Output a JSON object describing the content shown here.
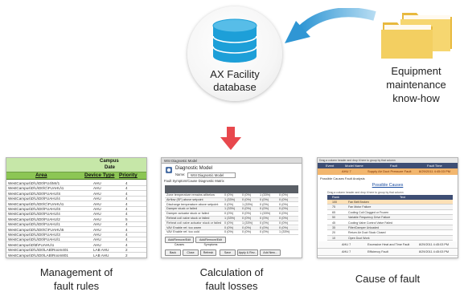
{
  "database": {
    "label_line1": "AX Facility",
    "label_line2": "database"
  },
  "knowhow": {
    "line1": "Equipment",
    "line2": "maintenance",
    "line3": "know-how"
  },
  "captions": {
    "rules_line1": "Management of",
    "rules_line2": "fault rules",
    "loss_line1": "Calculation of",
    "loss_line2": "fault losses",
    "cause": "Cause of fault"
  },
  "colors": {
    "db_blue": "#1d9fd8",
    "curve_arrow": "#4aa7dc",
    "down_arrow": "#e8484d",
    "folder": "#f3cf61",
    "sheet_header": "#8cc654"
  },
  "icons": {
    "database": "database-icon",
    "folder": "folder-icon",
    "curve_arrow": "curved-arrow-icon",
    "down_arrow": "down-arrow-icon"
  },
  "rules_sheet": {
    "top1": "Campus",
    "top2": "Date",
    "headers": [
      "Area",
      "Device Type",
      "Priority"
    ],
    "rows": [
      [
        "WestCampus\\D\\U\\D0\\FU4\\Mr/1",
        "AHU",
        "4"
      ],
      [
        "WestCampus\\D\\U\\D0\\C\\FUAHU\\1",
        "AHU",
        "4"
      ],
      [
        "WestCampus\\D\\U\\D0\\FUAHU\\S",
        "AHU",
        "4"
      ],
      [
        "WestCampus\\D\\U\\D0\\FUAHU\\4",
        "AHU",
        "4"
      ],
      [
        "WestCampus\\D\\U\\D0\\C\\FUAHU\\1",
        "AHU",
        "4"
      ],
      [
        "WestCampus\\D\\U\\D0\\FUAHU\\S",
        "AHU",
        "4"
      ],
      [
        "WestCampus\\D\\U\\D0\\FUAHU\\4",
        "AHU",
        "4"
      ],
      [
        "WestCampus\\D\\U\\D0\\FUAHU\\2",
        "AHU",
        "5"
      ],
      [
        "WestCampus\\D\\U\\D0\\FUAHU\\1",
        "AHU",
        "4"
      ],
      [
        "WestCampus\\D\\U\\D0\\C\\FUAHU\\5",
        "AHU",
        "4"
      ],
      [
        "WestCampus\\D\\U\\D0\\FUAHU\\3",
        "AHU",
        "4"
      ],
      [
        "WestCampus\\D\\U\\D0\\FUAHU\\1",
        "AHU",
        "4"
      ],
      [
        "WestCampus\\D\\B\\FUAHU\\1",
        "AHU",
        "4"
      ],
      [
        "WestCampus\\D\\U\\D0\\LAB\\Room401",
        "LAB AHU",
        "2"
      ],
      [
        "WestCampus\\D\\U\\D0\\LAB\\Room801",
        "LAB AHU",
        "2"
      ]
    ]
  },
  "diag_window": {
    "title": "WSI Diagnostic Model",
    "heading": "Diagnostic Model",
    "name_label": "Name:",
    "name_value": "WSI Diagnostic Model",
    "matrix_title": "Fault Symptom/Cause Diagnostic Matrix",
    "rows": [
      [
        "Zone temperature remains at/below",
        "0 (0%)",
        "0 (0%)",
        "1 (33%)",
        "0 (0%)"
      ],
      [
        "Airflow (SF) above setpoint",
        "1 (33%)",
        "0 (0%)",
        "0 (0%)",
        "0 (0%)"
      ],
      [
        "Discharge temperature above setpoint",
        "0 (0%)",
        "1 (33%)",
        "0 (0%)",
        "0 (0%)"
      ],
      [
        "Damper stuck or failed",
        "1 (33%)",
        "0 (0%)",
        "0 (0%)",
        "0 (0%)"
      ],
      [
        "Damper actuator stuck or failed",
        "0 (0%)",
        "0 (0%)",
        "1 (33%)",
        "0 (0%)"
      ],
      [
        "Reheat coil valve stuck or failed",
        "1 (33%)",
        "0 (0%)",
        "0 (0%)",
        "0 (0%)"
      ],
      [
        "Reheat coil valve actuator stuck or failed",
        "0 (0%)",
        "1 (33%)",
        "0 (0%)",
        "0 (0%)"
      ],
      [
        "VAV Enable ref. too warm",
        "0 (0%)",
        "0 (0%)",
        "0 (0%)",
        "0 (0%)"
      ],
      [
        "VAV Enable ref. too cold",
        "0 (0%)",
        "0 (0%)",
        "0 (0%)",
        "1 (33%)"
      ]
    ],
    "btn_symptom": "Add/Remove/Edit Causes",
    "btn_cause": "Add/Remove/Edit Symptoms",
    "bottom_buttons": [
      "Back",
      "Close",
      "Refresh",
      "Save",
      "Apply & Rev...",
      "Add New..."
    ]
  },
  "cause_window": {
    "top_text": "Drag a column header and drop it here to group by that column",
    "headers": [
      "Event",
      "Model Name",
      "Fault",
      "Fault Time"
    ],
    "selected": [
      "AHU 7",
      "Supply Air Duct Pressure Fault",
      "8/29/2011 4:45:03 PM"
    ],
    "tabs": "Possible Causes    Fault Analysis",
    "section_title": "Possible Causes",
    "sub_text": "Drag a column header and drop it here to group by that column",
    "table_headers": [
      "Rank",
      "Text"
    ],
    "causes": [
      [
        "100",
        "Fan Belt Broken"
      ],
      [
        "75",
        "Fan Motor Failure"
      ],
      [
        "65",
        "Cooling Coil Clogged or Frozen"
      ],
      [
        "50",
        "Variable Frequency Drive Failure"
      ],
      [
        "45",
        "Cooling Valve Control Valve Failed"
      ],
      [
        "35",
        "Filter/Damper Unloaded"
      ],
      [
        "20",
        "Return Air Duct Stuck Closed"
      ],
      [
        "10",
        "Open Duct Work"
      ]
    ],
    "bottom_rows": [
      [
        "AHU 7",
        "Excessive Heat and Time Fault",
        "8/29/2011 4:45:03 PM"
      ],
      [
        "AHU 7",
        "Efficiency Fault",
        "8/29/2011 4:45:03 PM"
      ]
    ]
  }
}
